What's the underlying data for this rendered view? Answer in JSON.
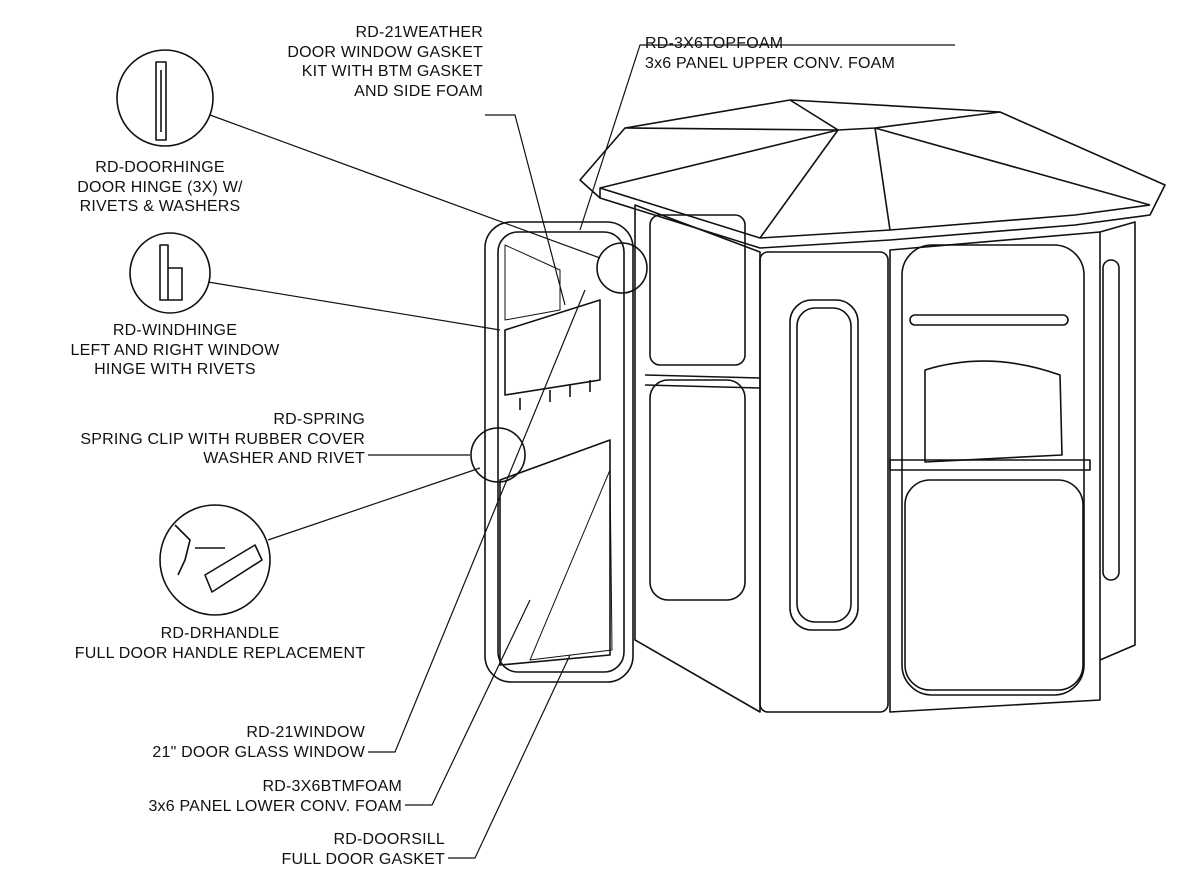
{
  "callouts": {
    "weather": {
      "lines": [
        "RD-21WEATHER",
        "DOOR WINDOW GASKET",
        "KIT WITH BTM GASKET",
        "AND SIDE FOAM"
      ]
    },
    "topfoam": {
      "lines": [
        "RD-3X6TOPFOAM",
        "3x6 PANEL UPPER CONV. FOAM"
      ]
    },
    "doorhinge": {
      "lines": [
        "RD-DOORHINGE",
        "DOOR HINGE (3X) W/",
        "RIVETS & WASHERS"
      ]
    },
    "windhinge": {
      "lines": [
        "RD-WINDHINGE",
        "LEFT AND RIGHT WINDOW",
        "HINGE WITH RIVETS"
      ]
    },
    "spring": {
      "lines": [
        "RD-SPRING",
        "SPRING CLIP WITH RUBBER COVER",
        "WASHER AND RIVET"
      ]
    },
    "drhandle": {
      "lines": [
        "RD-DRHANDLE",
        "FULL DOOR HANDLE REPLACEMENT"
      ]
    },
    "window": {
      "lines": [
        "RD-21WINDOW",
        "21\" DOOR GLASS WINDOW"
      ]
    },
    "btmfoam": {
      "lines": [
        "RD-3X6BTMFOAM",
        "3x6 PANEL LOWER CONV. FOAM"
      ]
    },
    "doorsill": {
      "lines": [
        "RD-DOORSILL",
        "FULL DOOR GASKET"
      ]
    }
  }
}
